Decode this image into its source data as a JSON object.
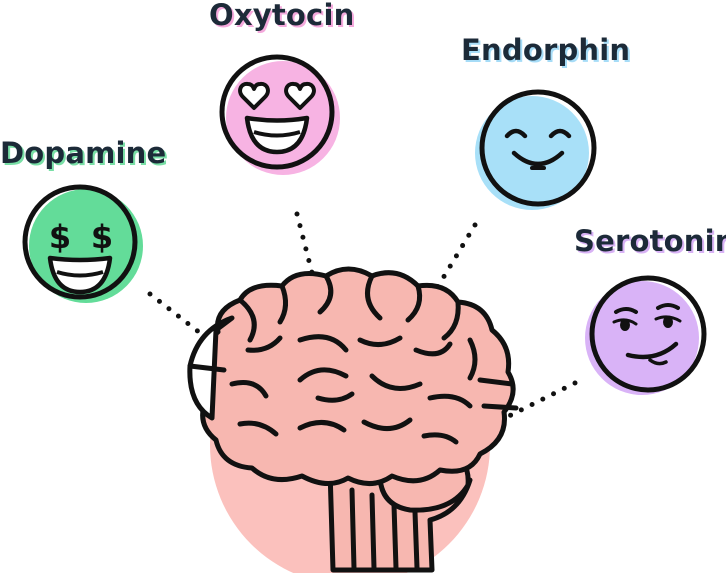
{
  "labels": {
    "oxytocin": "Oxytocin",
    "endorphin": "Endorphin",
    "dopamine": "Dopamine",
    "serotonin": "Serotonin"
  },
  "colors": {
    "oxytocin": "#f7b3e3",
    "endorphin": "#a8e0f8",
    "dopamine": "#63dc99",
    "serotonin": "#d9b3f7",
    "brain_bg": "#fbc1bd",
    "brain_fill": "#f7b7b0",
    "outline": "#111111"
  },
  "icons": {
    "oxytocin": "heart-eyes-face-icon",
    "endorphin": "smiling-face-icon",
    "dopamine": "dollar-eyes-face-icon",
    "serotonin": "smirking-face-icon",
    "brain": "brain-icon"
  }
}
